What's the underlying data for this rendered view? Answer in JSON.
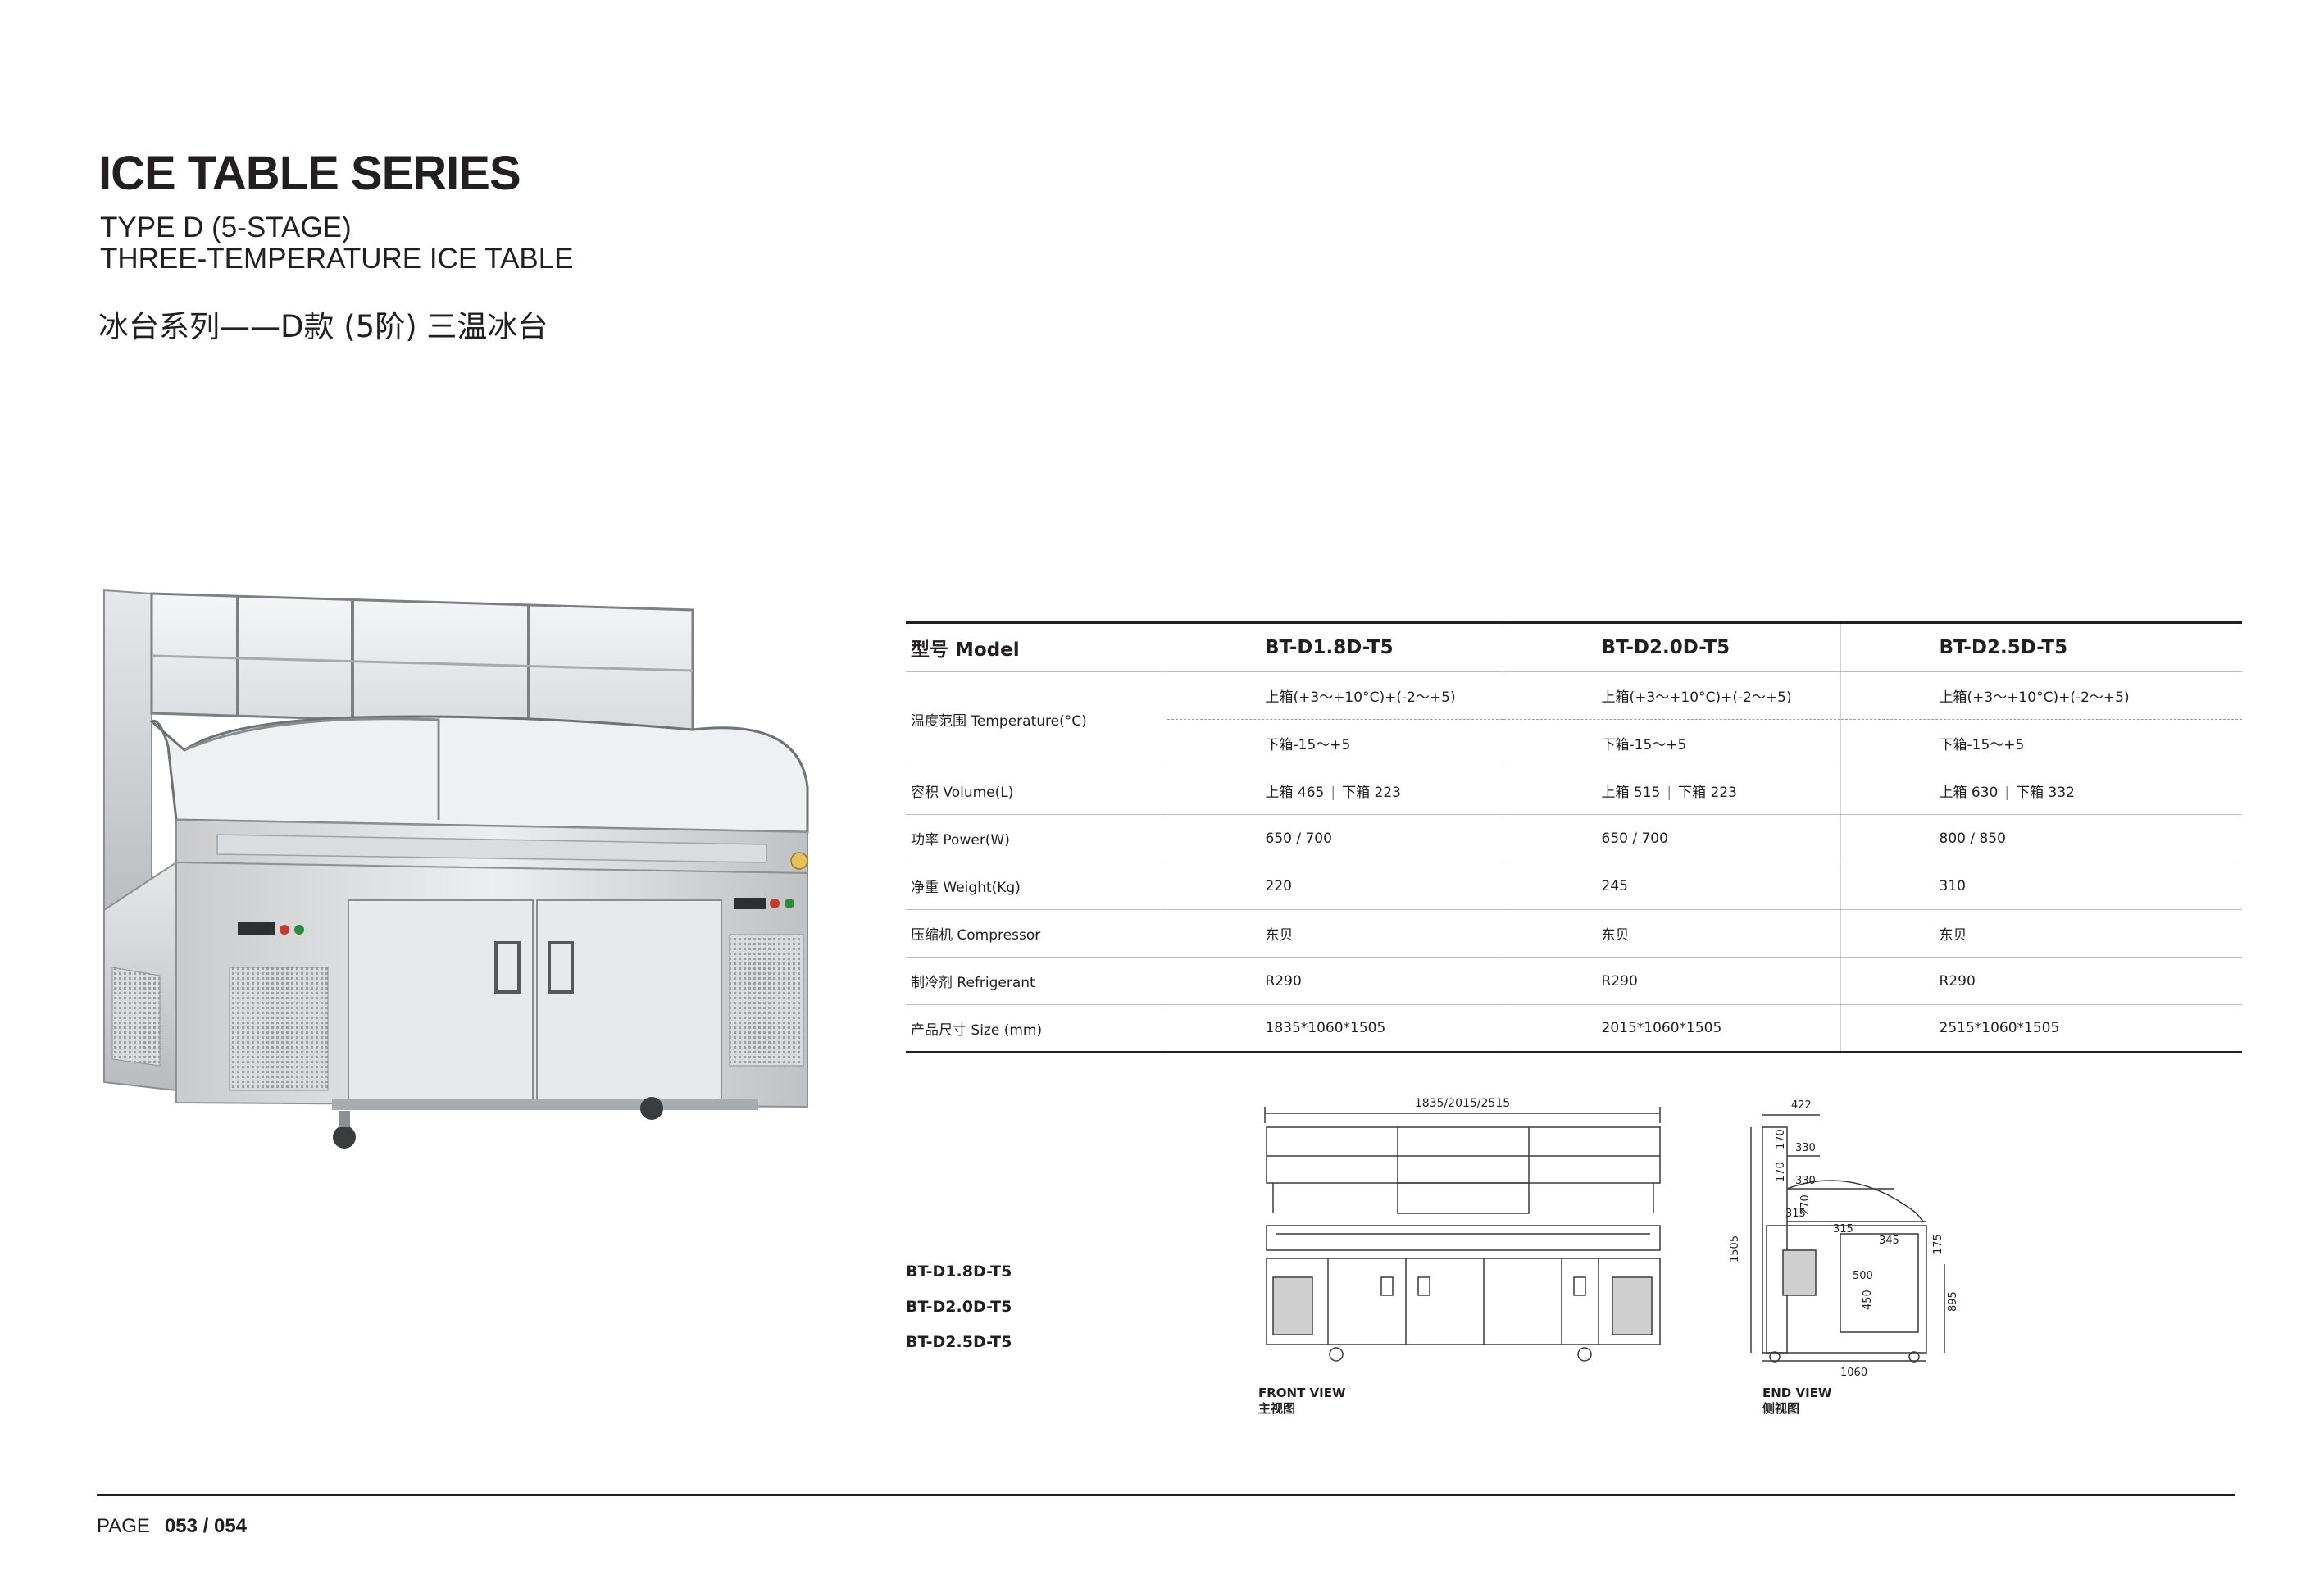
{
  "header": {
    "title": "ICE TABLE SERIES",
    "subtitle_line1": "TYPE D (5-STAGE)",
    "subtitle_line2": "THREE-TEMPERATURE ICE TABLE",
    "subtitle_cn": "冰台系列——D款 (5阶) 三温冰台"
  },
  "spec_table": {
    "model_header": "型号 Model",
    "models": [
      "BT-D1.8D-T5",
      "BT-D2.0D-T5",
      "BT-D2.5D-T5"
    ],
    "rows": {
      "temperature": {
        "label": "温度范围 Temperature(°C)",
        "upper": [
          "上箱(+3～+10°C)+(-2～+5)",
          "上箱(+3～+10°C)+(-2～+5)",
          "上箱(+3～+10°C)+(-2～+5)"
        ],
        "lower": [
          "下箱-15～+5",
          "下箱-15～+5",
          "下箱-15～+5"
        ]
      },
      "volume": {
        "label": "容积 Volume(L)",
        "upper": [
          "上箱 465",
          "上箱 515",
          "上箱 630"
        ],
        "lower": [
          "下箱 223",
          "下箱 223",
          "下箱 332"
        ]
      },
      "power": {
        "label": "功率 Power(W)",
        "values": [
          "650 / 700",
          "650 / 700",
          "800 / 850"
        ]
      },
      "weight": {
        "label": "净重 Weight(Kg)",
        "values": [
          "220",
          "245",
          "310"
        ]
      },
      "compressor": {
        "label": "压缩机 Compressor",
        "values": [
          "东贝",
          "东贝",
          "东贝"
        ]
      },
      "refrigerant": {
        "label": "制冷剂 Refrigerant",
        "values": [
          "R290",
          "R290",
          "R290"
        ]
      },
      "size": {
        "label": "产品尺寸 Size (mm)",
        "values": [
          "1835*1060*1505",
          "2015*1060*1505",
          "2515*1060*1505"
        ]
      }
    }
  },
  "drawings": {
    "models_list": [
      "BT-D1.8D-T5",
      "BT-D2.0D-T5",
      "BT-D2.5D-T5"
    ],
    "front_view": {
      "label_en": "FRONT VIEW",
      "label_cn": "主视图",
      "width_dim": "1835/2015/2515"
    },
    "end_view": {
      "label_en": "END VIEW",
      "label_cn": "侧视图",
      "dims": {
        "top": "422",
        "height": "1505",
        "depth": "1060",
        "d330a": "330",
        "d330b": "330",
        "d170a": "170",
        "d170b": "170",
        "d270": "270",
        "d315a": "315",
        "d315b": "315",
        "d345": "345",
        "d175": "175",
        "d500": "500",
        "d450": "450",
        "d895": "895"
      }
    }
  },
  "footer": {
    "page_label": "PAGE",
    "page_number": "053 / 054"
  }
}
